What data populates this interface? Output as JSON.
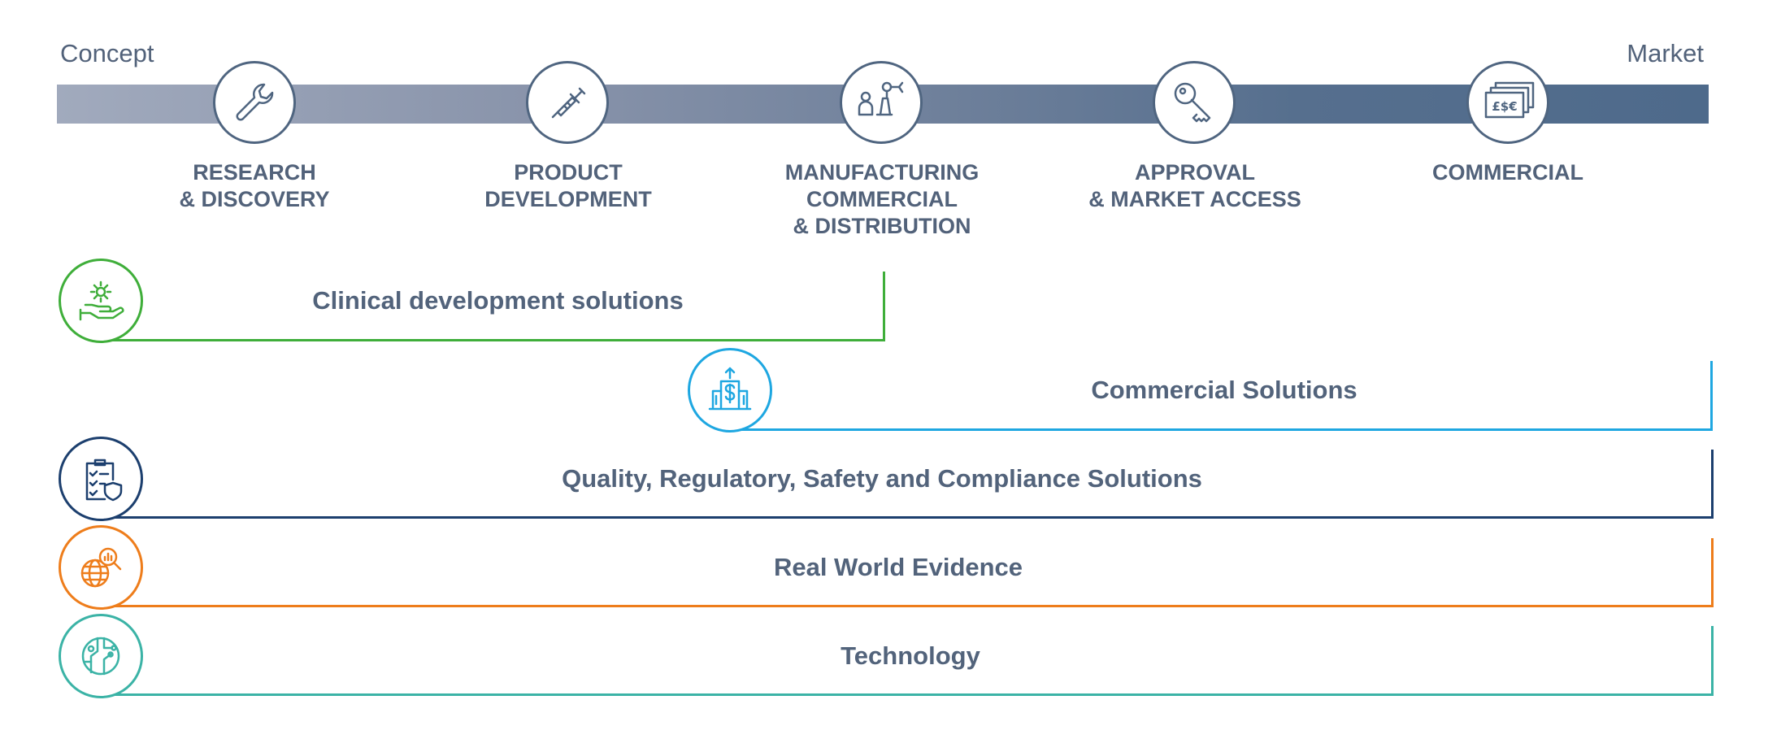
{
  "timeline": {
    "start_label": "Concept",
    "end_label": "Market",
    "stages": [
      {
        "lines": [
          "RESEARCH",
          "& DISCOVERY"
        ],
        "icon": "wrench-icon"
      },
      {
        "lines": [
          "PRODUCT",
          "DEVELOPMENT"
        ],
        "icon": "syringe-icon"
      },
      {
        "lines": [
          "MANUFACTURING",
          "COMMERCIAL",
          "& DISTRIBUTION"
        ],
        "icon": "robotic-arm-icon"
      },
      {
        "lines": [
          "APPROVAL",
          "& MARKET ACCESS"
        ],
        "icon": "key-icon"
      },
      {
        "lines": [
          "COMMERCIAL"
        ],
        "icon": "currency-notes-icon"
      }
    ],
    "currency_symbols": "£$€"
  },
  "solutions": [
    {
      "title": "Clinical development solutions",
      "color": "#3fae3a",
      "icon": "gear-hand-icon"
    },
    {
      "title": "Commercial Solutions",
      "color": "#1ea7e1",
      "icon": "building-dollar-icon"
    },
    {
      "title": "Quality, Regulatory, Safety and Compliance Solutions",
      "color": "#1c3f6e",
      "icon": "clipboard-shield-icon"
    },
    {
      "title": "Real World Evidence",
      "color": "#ee7d1b",
      "icon": "globe-search-icon"
    },
    {
      "title": "Technology",
      "color": "#3bb3a6",
      "icon": "circuit-icon"
    }
  ]
}
